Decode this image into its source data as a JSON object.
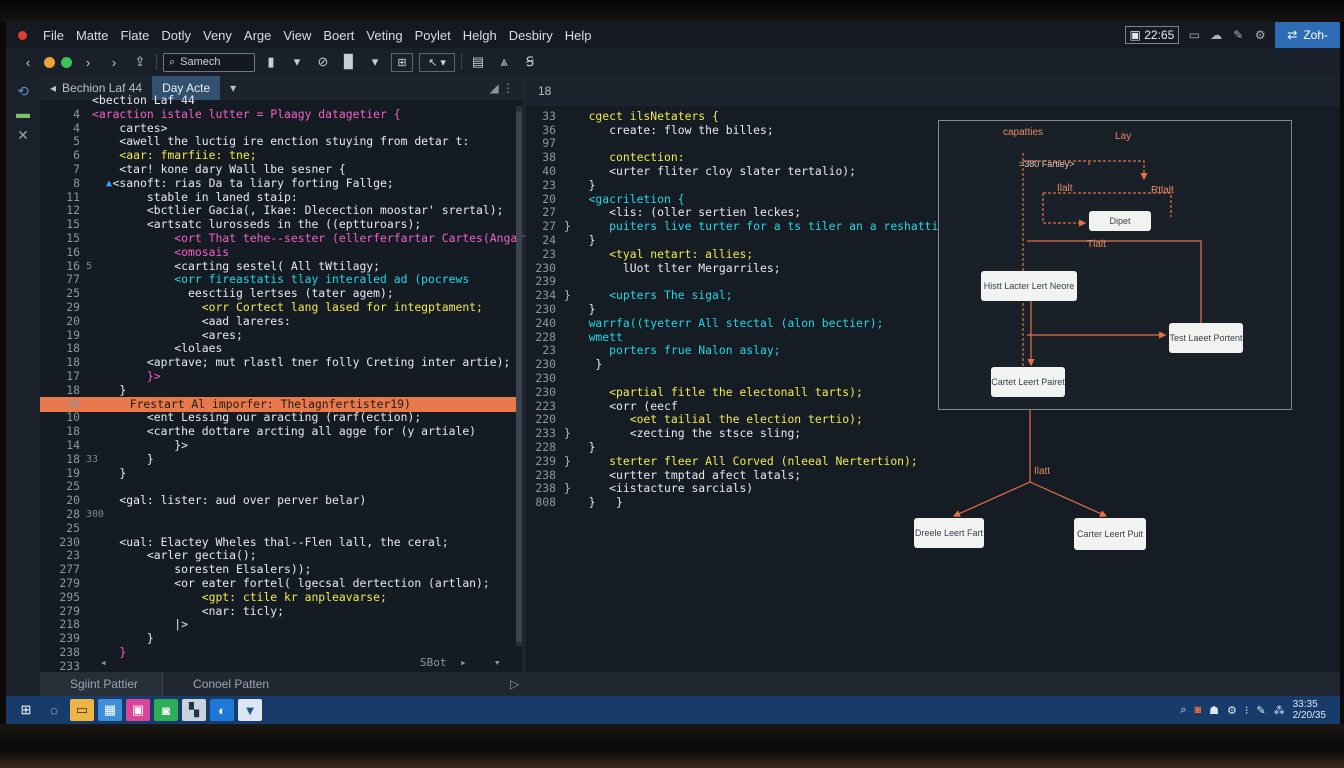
{
  "menubar": {
    "items": [
      "File",
      "Matte",
      "Flate",
      "Dotly",
      "Veny",
      "Arge",
      "View",
      "Boert",
      "Veting",
      "Poylet",
      "Helgh",
      "Desbiry",
      "Help"
    ],
    "clock": "22:65"
  },
  "toolbar": {
    "search_label": "Samech"
  },
  "editor": {
    "tabs": [
      {
        "label": "Bechion Laf 44"
      },
      {
        "label": "Day Acte"
      }
    ],
    "hscroll_label": "SBot"
  },
  "bottom_tabs": [
    "Sgiint Pattier",
    "Conoel Patten"
  ],
  "left_code": [
    {
      "ln": "",
      "fold": "",
      "text": "<bection Laf 44",
      "cls": "c-wh"
    },
    {
      "ln": "4",
      "fold": "",
      "text": "<araction istale lutter = Plaagy datagetier {",
      "cls": "c-pink"
    },
    {
      "ln": "4",
      "fold": "",
      "text": "    cartes>",
      "cls": "c-wh"
    },
    {
      "ln": "5",
      "fold": "",
      "text": "    <awell the luctig ire enction stuying from detar t:",
      "cls": "c-wh"
    },
    {
      "ln": "6",
      "fold": "",
      "text": "    <aar: fmarfiie: tne;",
      "cls": "c-yel"
    },
    {
      "ln": "7",
      "fold": "",
      "text": "    <tar! kone dary Wall lbe sesner {",
      "cls": "c-wh"
    },
    {
      "ln": "8",
      "fold": "▲",
      "text": "   <sanoft: rias Da ta liary forting Fallge;",
      "cls": "c-wh"
    },
    {
      "ln": "11",
      "fold": "",
      "text": "        stable in laned staip:",
      "cls": "c-wh"
    },
    {
      "ln": "12",
      "fold": "",
      "text": "        <bctlier Gacia(, Ikae: Dlecection moostar' srertal);",
      "cls": "c-wh"
    },
    {
      "ln": "15",
      "fold": "",
      "text": "        <artsatc lurosseds in the ((eptturoars);",
      "cls": "c-wh"
    },
    {
      "ln": "15",
      "fold": "",
      "text": "            <ort That tehe--sester (ellerferfartar Cartes(Angarfertie);",
      "cls": "c-pink"
    },
    {
      "ln": "16",
      "fold": "",
      "text": "            <omosais",
      "cls": "c-pink"
    },
    {
      "ln": "16",
      "fold": "5",
      "text": "            <carting sestel( All tWtilagy;",
      "cls": "c-wh"
    },
    {
      "ln": "77",
      "fold": "",
      "text": "            <orr fireastatis tlay interaled ad (pocrews",
      "cls": "c-cyan"
    },
    {
      "ln": "25",
      "fold": "",
      "text": "              eesctiig lertses (tater agem);",
      "cls": "c-wh"
    },
    {
      "ln": "29",
      "fold": "",
      "text": "                <orr Cortect lang lased for integptament;",
      "cls": "c-yel"
    },
    {
      "ln": "20",
      "fold": "",
      "text": "                <aad lareres:",
      "cls": "c-wh"
    },
    {
      "ln": "19",
      "fold": "",
      "text": "                <ares;",
      "cls": "c-wh"
    },
    {
      "ln": "18",
      "fold": "",
      "text": "            <lolaes",
      "cls": "c-wh"
    },
    {
      "ln": "18",
      "fold": "",
      "text": "        <aprtave; mut rlastl tner folly Creting inter artie);",
      "cls": "c-wh"
    },
    {
      "ln": "17",
      "fold": "",
      "text": "        }>",
      "cls": "c-pink"
    },
    {
      "ln": "18",
      "fold": "",
      "text": "    }",
      "cls": "c-wh"
    },
    {
      "ln": "18",
      "fold": "",
      "text": "  Frestart Al imporfer: Thelagnfertister19)",
      "cls": "c-wh",
      "highlight": true
    },
    {
      "ln": "10",
      "fold": "",
      "text": "        <ent Lessing our aracting (rarf(ection);",
      "cls": "c-wh"
    },
    {
      "ln": "18",
      "fold": "",
      "text": "        <carthe dottare arcting all agge for (y artiale)",
      "cls": "c-wh"
    },
    {
      "ln": "14",
      "fold": "",
      "text": "            }>",
      "cls": "c-wh"
    },
    {
      "ln": "18",
      "fold": "33",
      "text": "        }",
      "cls": "c-wh"
    },
    {
      "ln": "19",
      "fold": "",
      "text": "    }",
      "cls": "c-wh"
    },
    {
      "ln": "25",
      "fold": "",
      "text": "",
      "cls": "c-wh"
    },
    {
      "ln": "20",
      "fold": "",
      "text": "    <gal: lister: aud over perver belar)",
      "cls": "c-wh"
    },
    {
      "ln": "28",
      "fold": "300",
      "text": "",
      "cls": "c-wh"
    },
    {
      "ln": "25",
      "fold": "",
      "text": "",
      "cls": "c-wh"
    },
    {
      "ln": "230",
      "fold": "",
      "text": "    <ual: Elactey Wheles thal--Flen lall, the ceral;",
      "cls": "c-wh"
    },
    {
      "ln": "23",
      "fold": "",
      "text": "        <arler gectia();",
      "cls": "c-wh"
    },
    {
      "ln": "277",
      "fold": "",
      "text": "            soresten Elsalers));",
      "cls": "c-wh"
    },
    {
      "ln": "279",
      "fold": "",
      "text": "            <or eater fortel( lgecsal dertection (artlan);",
      "cls": "c-wh"
    },
    {
      "ln": "295",
      "fold": "",
      "text": "                <gpt: ctile kr anpleavarse;",
      "cls": "c-yel"
    },
    {
      "ln": "279",
      "fold": "",
      "text": "                <nar: ticly;",
      "cls": "c-wh"
    },
    {
      "ln": "218",
      "fold": "",
      "text": "            |>",
      "cls": "c-wh"
    },
    {
      "ln": "239",
      "fold": "",
      "text": "        }",
      "cls": "c-wh"
    },
    {
      "ln": "238",
      "fold": "",
      "text": "    }",
      "cls": "c-pink"
    },
    {
      "ln": "233",
      "fold": "",
      "text": "",
      "cls": "c-wh"
    }
  ],
  "right_header": "18",
  "right_code": [
    {
      "ln": "",
      "mk": "",
      "text": "",
      "cls": "c-wh"
    },
    {
      "ln": "33",
      "mk": "",
      "text": "   cgect ilsNetaters {",
      "cls": "c-yel"
    },
    {
      "ln": "36",
      "mk": "",
      "text": "      create: flow the billes;",
      "cls": "c-wh"
    },
    {
      "ln": "97",
      "mk": "",
      "text": "",
      "cls": "c-wh"
    },
    {
      "ln": "38",
      "mk": "",
      "text": "      contection:",
      "cls": "c-yel"
    },
    {
      "ln": "40",
      "mk": "",
      "text": "      <urter fliter cloy slater tertalio);",
      "cls": "c-wh"
    },
    {
      "ln": "23",
      "mk": "",
      "text": "   }",
      "cls": "c-wh"
    },
    {
      "ln": "20",
      "mk": "",
      "text": "   <gacriletion {",
      "cls": "c-cyan"
    },
    {
      "ln": "27",
      "mk": "",
      "text": "      <lis: (oller sertien leckes;",
      "cls": "c-wh"
    },
    {
      "ln": "27",
      "mk": "}",
      "text": "      puiters live turter for a ts tiler an a reshattigtial);",
      "cls": "c-cyan"
    },
    {
      "ln": "24",
      "mk": "",
      "text": "   }",
      "cls": "c-wh"
    },
    {
      "ln": "23",
      "mk": "",
      "text": "      <tyal netart: allies;",
      "cls": "c-yel"
    },
    {
      "ln": "230",
      "mk": "",
      "text": "        lUot tlter Mergarriles;",
      "cls": "c-wh"
    },
    {
      "ln": "239",
      "mk": "",
      "text": "",
      "cls": "c-wh"
    },
    {
      "ln": "234",
      "mk": "}",
      "text": "      <upters The sigal;",
      "cls": "c-cyan"
    },
    {
      "ln": "230",
      "mk": "",
      "text": "   }",
      "cls": "c-wh"
    },
    {
      "ln": "240",
      "mk": "",
      "text": "   warrfa((tyeterr All stectal (alon bectier);",
      "cls": "c-cyan"
    },
    {
      "ln": "228",
      "mk": "",
      "text": "   wmett",
      "cls": "c-cyan"
    },
    {
      "ln": "23",
      "mk": "",
      "text": "      porters frue Nalon aslay;",
      "cls": "c-cyan"
    },
    {
      "ln": "230",
      "mk": "",
      "text": "    }",
      "cls": "c-wh"
    },
    {
      "ln": "230",
      "mk": "",
      "text": "",
      "cls": "c-wh"
    },
    {
      "ln": "230",
      "mk": "",
      "text": "      <partial fitle the electonall tarts);",
      "cls": "c-yel"
    },
    {
      "ln": "223",
      "mk": "",
      "text": "      <orr (eecf",
      "cls": "c-wh"
    },
    {
      "ln": "220",
      "mk": "",
      "text": "         <oet tailial the election tertio);",
      "cls": "c-yel"
    },
    {
      "ln": "233",
      "mk": "}",
      "text": "         <zecting the stsce sling;",
      "cls": "c-wh"
    },
    {
      "ln": "228",
      "mk": "",
      "text": "   }",
      "cls": "c-wh"
    },
    {
      "ln": "239",
      "mk": "}",
      "text": "      sterter fleer All Corved (nleeal Nertertion);",
      "cls": "c-yel"
    },
    {
      "ln": "238",
      "mk": "",
      "text": "      <urtter tmptad afect latals;",
      "cls": "c-wh"
    },
    {
      "ln": "238",
      "mk": "}",
      "text": "      <iistacture sarcials)",
      "cls": "c-wh"
    },
    {
      "ln": "808",
      "mk": "",
      "text": "   }   }",
      "cls": "c-wh"
    }
  ],
  "diagram": {
    "title_label": "capatties",
    "labels": [
      "Lay",
      "=380 Fartiey>",
      "Ilalt",
      "Rtlalt",
      "Tlalt",
      "Ilatt"
    ],
    "nodes": [
      "Dipet",
      "Histt Lacter Lert Neore",
      "Test Laeet Portent",
      "Cartet Leert Pairet",
      "Dreele Leert Fart",
      "Carter Leert Puit"
    ],
    "accent": "#e8704a"
  },
  "taskbar": {
    "icons": [
      "windows-icon",
      "browser-icon",
      "folder-icon",
      "files-icon",
      "media-icon",
      "chat-icon",
      "editor-icon",
      "edge-icon",
      "note-icon"
    ],
    "time": "33:35",
    "date": "2/20/35"
  }
}
